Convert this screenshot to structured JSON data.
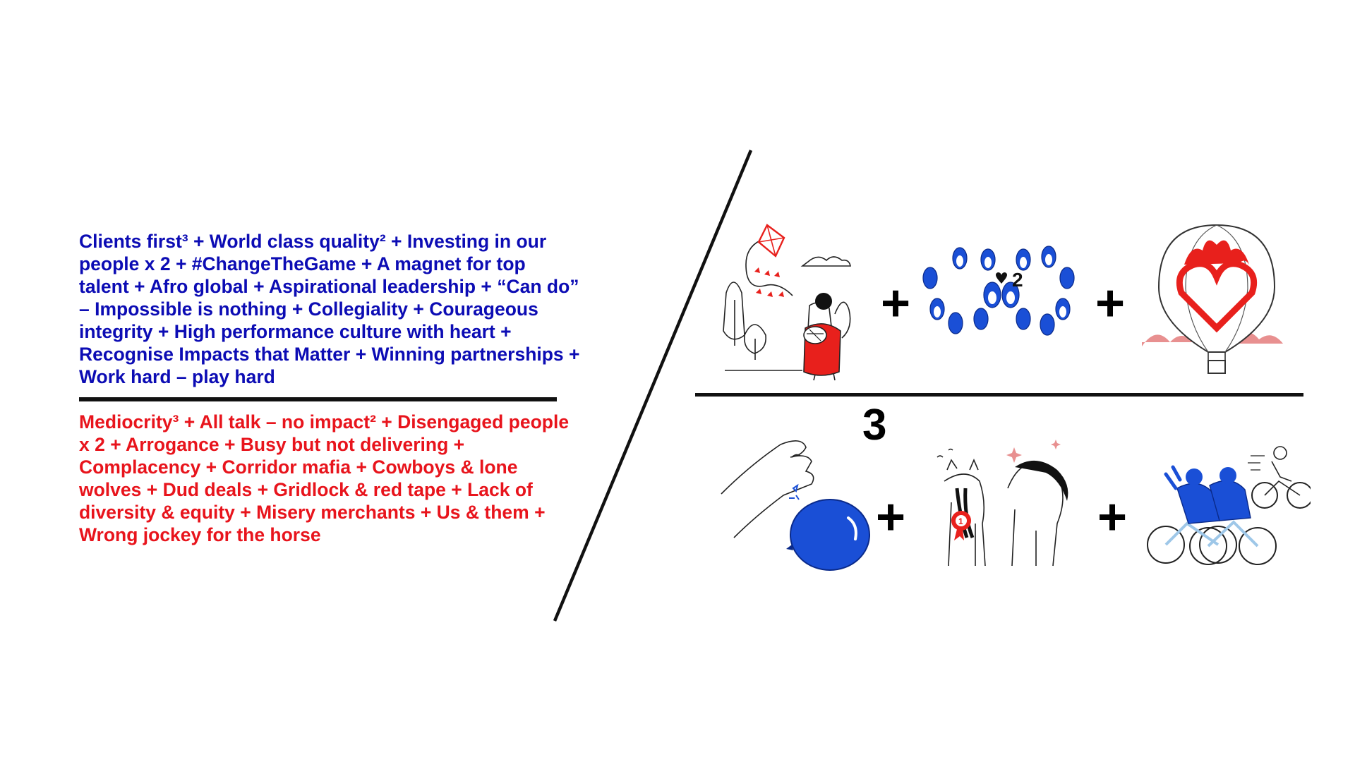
{
  "values_equation": {
    "positive_text": "Clients first³ + World class quality² + Investing in our people x 2 + #ChangeTheGame + A magnet for top talent + Afro global + Aspirational leadership + “Can do” – Impossible is nothing + Collegiality + Courageous integrity + High performance culture with heart + Recognise Impacts that Matter + Winning partnerships + Work hard – play hard",
    "negative_text": "Mediocrity³ + All talk – no impact² + Disengaged people x 2 + Arrogance + Busy but not delivering + Complacency + Corridor mafia + Cowboys & lone wolves + Dud deals + Gridlock & red tape + Lack of diversity & equity + Misery merchants + Us & them + Wrong jockey for the horse"
  },
  "illustrated_equation": {
    "plus_sign": "+",
    "penguins_exponent": "2",
    "fraction_exponent": "3",
    "badge_number": "1"
  },
  "colors": {
    "positive_blue": "#0c0cb4",
    "negative_red": "#e8141c",
    "illustration_blue": "#1a4fd6",
    "illustration_red": "#e8201c"
  },
  "icons": [
    "kite-person-icon",
    "penguins-icon",
    "heart-balloon-icon",
    "popping-balloon-icon",
    "horses-icon",
    "cyclists-icon"
  ]
}
